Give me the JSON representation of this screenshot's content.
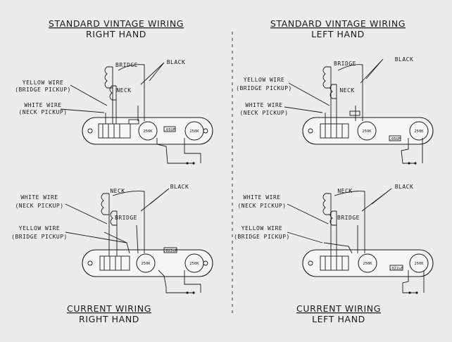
{
  "panels": [
    {
      "title": "STANDARD VINTAGE WIRING",
      "subtitle": "RIGHT HAND",
      "pot1": "250K",
      "pot2": "250K",
      "cap": ".05UF",
      "labels": {
        "bridge": "BRIDGE",
        "neck": "NECK",
        "black": "BLACK",
        "wire_a": "YELLOW WIRE",
        "wire_a_sub": "(BRIDGE PICKUP)",
        "wire_b": "WHITE WIRE",
        "wire_b_sub": "(NECK PICKUP)"
      }
    },
    {
      "title": "STANDARD VINTAGE WIRING",
      "subtitle": "LEFT HAND",
      "pot1": "250K",
      "pot2": "250K",
      "cap": ".05UF",
      "labels": {
        "bridge": "BRIDGE",
        "neck": "NECK",
        "black": "BLACK",
        "wire_a": "YELLOW WIRE",
        "wire_a_sub": "(BRIDGE PICKUP)",
        "wire_b": "WHITE WIRE",
        "wire_b_sub": "(NECK PICKUP)"
      }
    },
    {
      "title": "CURRENT WIRING",
      "subtitle": "RIGHT HAND",
      "pot1": "250K",
      "pot2": "250K",
      "cap": ".022uF",
      "labels": {
        "neck": "NECK",
        "bridge": "BRIDGE",
        "black": "BLACK",
        "wire_a": "WHITE WIRE",
        "wire_a_sub": "(NECK PICKUP)",
        "wire_b": "YELLOW WIRE",
        "wire_b_sub": "(BRIDGE PICKUP)"
      }
    },
    {
      "title": "CURRENT WIRING",
      "subtitle": "LEFT HAND",
      "pot1": "250K",
      "pot2": "250K",
      "cap": ".022uF",
      "labels": {
        "neck": "NECK",
        "bridge": "BRIDGE",
        "black": "BLACK",
        "wire_a": "WHITE WIRE",
        "wire_a_sub": "(NECK PICKUP)",
        "wire_b": "YELLOW WIRE",
        "wire_b_sub": "(BRIDGE PICKUP)"
      }
    }
  ]
}
